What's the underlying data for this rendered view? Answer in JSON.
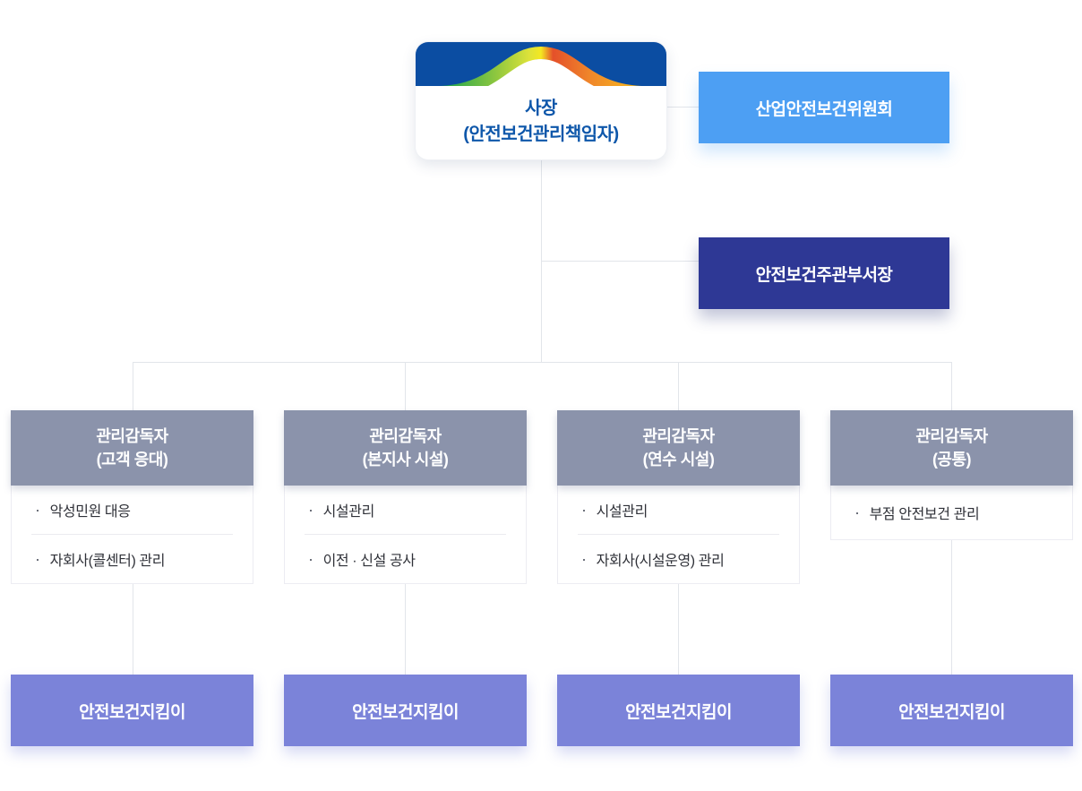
{
  "diagram": {
    "bullet_char": "·",
    "root": {
      "title_line1": "사장",
      "title_line2": "(안전보건관리책임자)"
    },
    "committee": {
      "label": "산업안전보건위원회"
    },
    "lead_dept": {
      "label": "안전보건주관부서장"
    },
    "supervisors": [
      {
        "title": "관리감독자",
        "subtitle": "(고객 응대)",
        "items": [
          "악성민원 대응",
          "자회사(콜센터) 관리"
        ]
      },
      {
        "title": "관리감독자",
        "subtitle": "(본지사 시설)",
        "items": [
          "시설관리",
          "이전 · 신설 공사"
        ]
      },
      {
        "title": "관리감독자",
        "subtitle": "(연수 시설)",
        "items": [
          "시설관리",
          "자회사(시설운영) 관리"
        ]
      },
      {
        "title": "관리감독자",
        "subtitle": "(공통)",
        "items": [
          "부점 안전보건 관리"
        ]
      }
    ],
    "keeper_label": "안전보건지킴이",
    "colors": {
      "root_header_blue": "#0b4da2",
      "root_title_text": "#0e57aa",
      "committee_blue": "#4d9ff3",
      "lead_dept_navy": "#2e3895",
      "supervisor_gray": "#8b93ab",
      "keeper_purple": "#7b83d9",
      "connector_gray": "#e2e5ea",
      "wave_gradient": [
        "#17a24f",
        "#8cc63f",
        "#e8e42a",
        "#e4502a",
        "#f6bb1c"
      ]
    }
  }
}
